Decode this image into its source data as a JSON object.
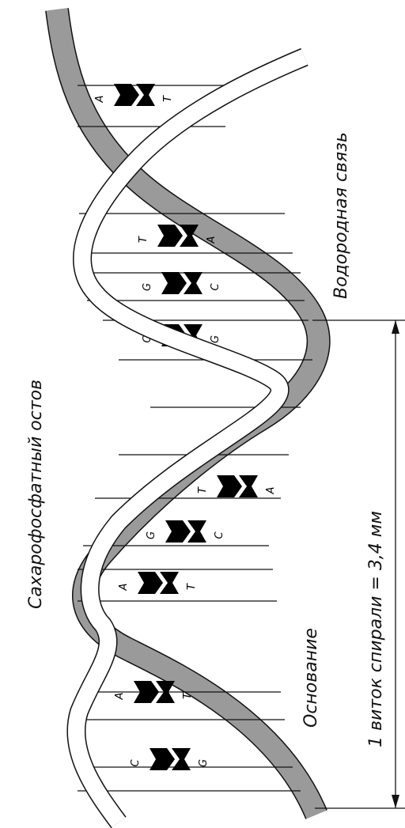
{
  "labels": {
    "backbone": "Сахарофосфатный остов",
    "hydrogen_bond": "Водородная связь",
    "base": "Основание",
    "turn": "1 виток спирали = 3,4 мм"
  },
  "base_pairs": [
    [
      "A",
      "T"
    ],
    [
      "T",
      "A"
    ],
    [
      "G",
      "C"
    ],
    [
      "C",
      "G"
    ],
    [
      "T",
      "A"
    ],
    [
      "G",
      "C"
    ],
    [
      "A",
      "T"
    ],
    [
      "A",
      "T"
    ],
    [
      "C",
      "G"
    ]
  ],
  "colors": {
    "strand_front": "#ffffff",
    "strand_back": "#9a9a9a",
    "outline": "#111111",
    "base_fill": "#000000"
  }
}
